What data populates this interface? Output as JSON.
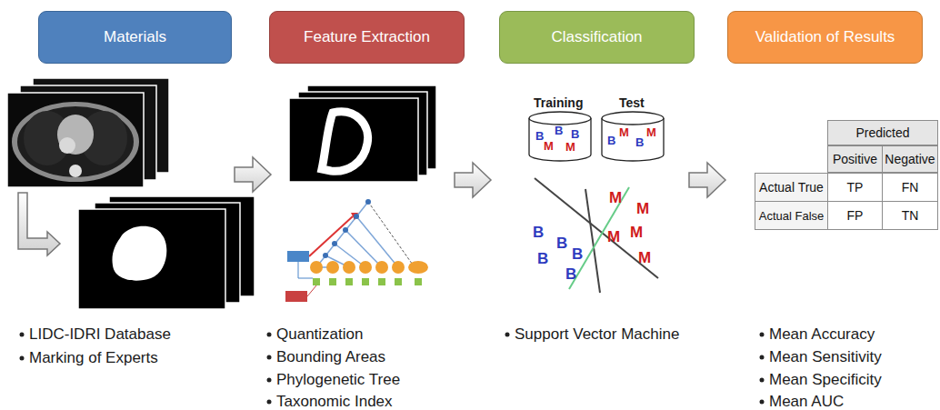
{
  "diagram": {
    "nodes": [
      {
        "text": [
          "Materials"
        ]
      },
      {
        "text": [
          "Feature Extraction"
        ]
      },
      {
        "text": [
          "Classification"
        ]
      },
      {
        "text": [
          "Validation of Results"
        ]
      }
    ],
    "labels": [
      "LIDC-IDRI Database",
      "Marking of Experts",
      "Quantization",
      "Bounding Areas",
      "Phylogenetic Tree",
      "Taxonomic Index",
      "Support Vector Machine",
      "Mean Accuracy",
      "Mean Sensitivity",
      "Mean Specificity",
      "Mean AUC",
      "Training",
      "Test",
      "B",
      "B",
      "B",
      "M",
      "M",
      "B",
      "M",
      "B",
      "M",
      "M",
      "M",
      "M",
      "M",
      "M",
      "B",
      "B",
      "B",
      "B",
      "B",
      "Predicted",
      "Positive",
      "Negative",
      "Actual True",
      "TP",
      "FN",
      "Actual False",
      "FP",
      "TN"
    ]
  }
}
